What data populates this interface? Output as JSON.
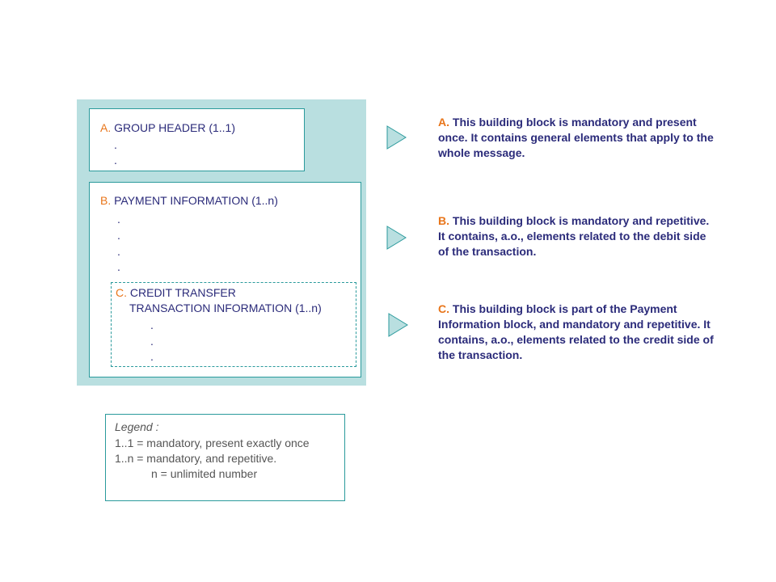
{
  "blocks": {
    "a": {
      "letter": "A.",
      "title": "GROUP HEADER (1..1)",
      "dots": [
        ".",
        "."
      ]
    },
    "b": {
      "letter": "B.",
      "title": "PAYMENT INFORMATION (1..n)",
      "dots": [
        ".",
        ".",
        ".",
        "."
      ]
    },
    "c": {
      "letter": "C.",
      "title_line1": "CREDIT TRANSFER",
      "title_line2": "TRANSACTION INFORMATION (1..n)",
      "dots": [
        ".",
        ".",
        "."
      ]
    }
  },
  "descriptions": {
    "a": {
      "letter": "A.",
      "text": "This building block is mandatory and present once. It contains general elements that apply to the whole message."
    },
    "b": {
      "letter": "B.",
      "text": "This building block is mandatory and repetitive. It contains, a.o., elements related to the debit side of the transaction."
    },
    "c": {
      "letter": "C.",
      "text": " This building block is part of the Payment Information block, and mandatory and repetitive. It contains, a.o., elements related to the credit side of the transaction."
    }
  },
  "legend": {
    "title": "Legend :",
    "line1": "1..1 = mandatory, present exactly once",
    "line2": "1..n = mandatory, and repetitive.",
    "line3": "n = unlimited number"
  },
  "colors": {
    "panel": "#b9dfe0",
    "border": "#2a9a9c",
    "text": "#2b2b7a",
    "letter": "#e8751a",
    "arrow": "#b9dfe0"
  }
}
